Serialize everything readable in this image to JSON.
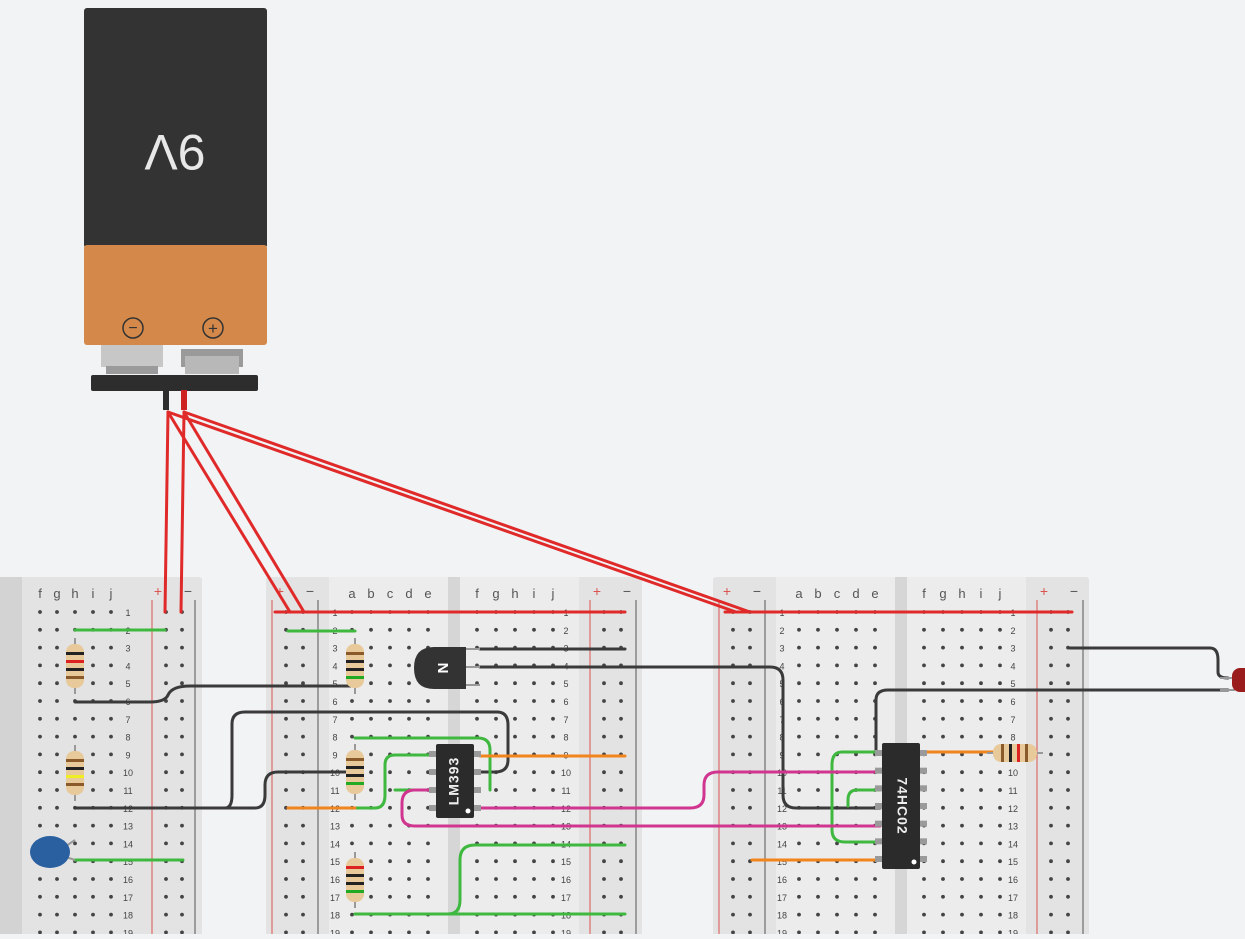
{
  "battery": {
    "voltage_label": "9V",
    "minus_symbol": "−",
    "plus_symbol": "+",
    "colors": {
      "top": "#333333",
      "bottom": "#d4894a",
      "contact": "#c8c8c8",
      "clip": "#2d2d2d"
    }
  },
  "breadboards": [
    {
      "id": "left",
      "column_labels": [
        "f",
        "g",
        "h",
        "i",
        "j"
      ],
      "rail_labels": [
        "+",
        "−"
      ]
    },
    {
      "id": "middle",
      "column_labels": [
        "a",
        "b",
        "c",
        "d",
        "e",
        "f",
        "g",
        "h",
        "i",
        "j"
      ],
      "rail_labels": [
        "+",
        "−",
        "+",
        "−"
      ]
    },
    {
      "id": "right",
      "column_labels": [
        "a",
        "b",
        "c",
        "d",
        "e",
        "f",
        "g",
        "h",
        "i",
        "j"
      ],
      "rail_labels": [
        "+",
        "−",
        "+",
        "−"
      ]
    }
  ],
  "row_numbers": [
    "1",
    "2",
    "3",
    "4",
    "5",
    "6",
    "7",
    "8",
    "9",
    "10",
    "11",
    "12",
    "13",
    "14",
    "15",
    "16",
    "17",
    "18",
    "19"
  ],
  "chips": [
    {
      "id": "lm393",
      "label": "LM393"
    },
    {
      "id": "74hc02",
      "label": "74HC02"
    }
  ],
  "transistor": {
    "label": "N"
  },
  "wire_colors": {
    "power": "#e02a2a",
    "ground": "#3a3a3a",
    "green": "#3fb83f",
    "orange": "#f0851d",
    "magenta": "#d0358f"
  },
  "breadboard_colors": {
    "body": "#e3e3e3",
    "gutter": "#d0d0d0",
    "hole": "#444444",
    "plus_rail": "#d9534f",
    "minus_rail": "#555555"
  }
}
